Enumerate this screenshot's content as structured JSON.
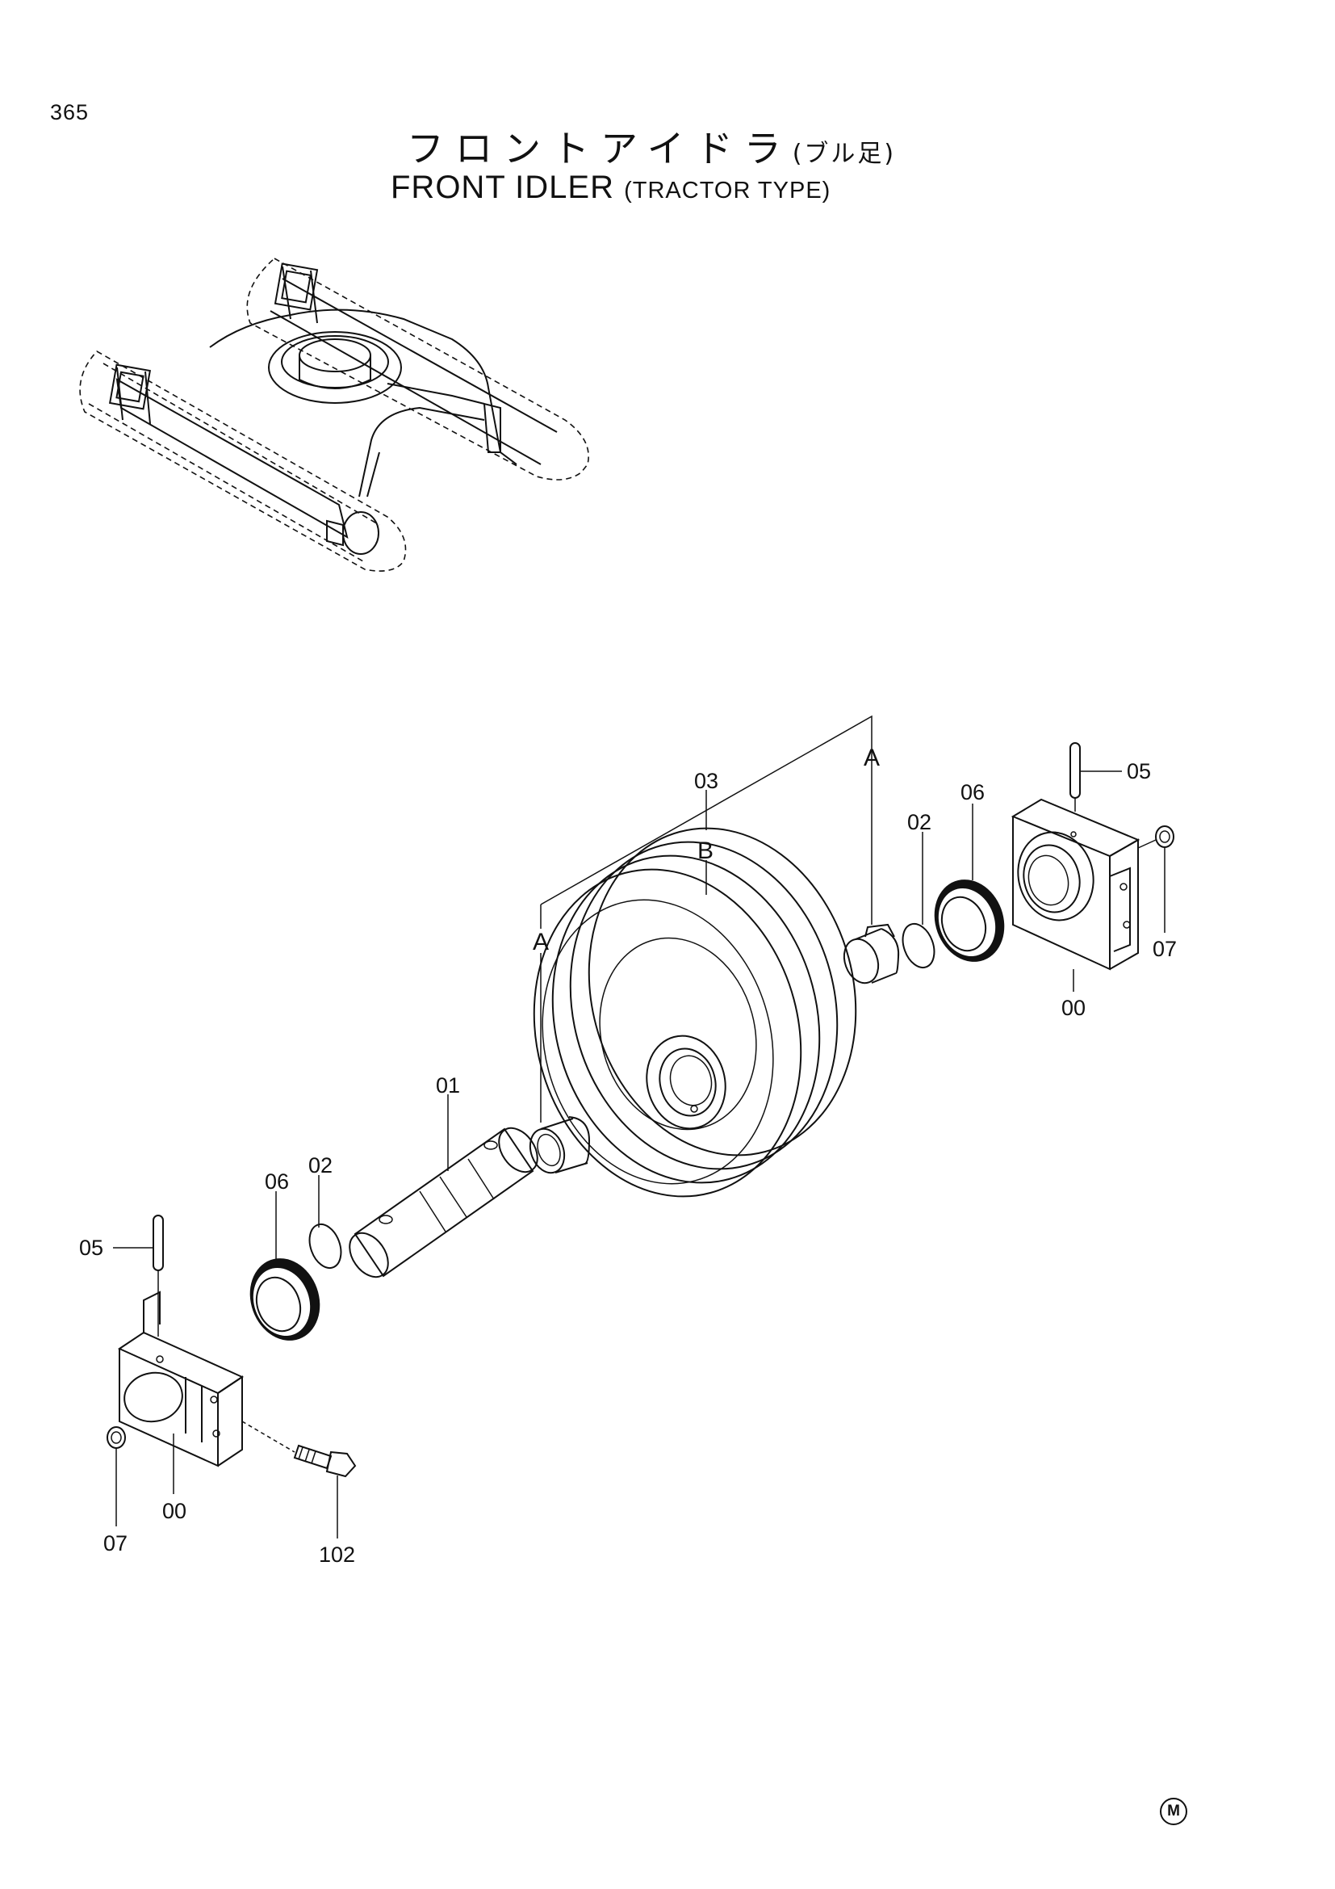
{
  "page_number": "365",
  "title_jp": "フロントアイドラ",
  "title_jp_sub": "(ブル足)",
  "title_en": "FRONT IDLER",
  "title_en_sub": "(TRACTOR TYPE)",
  "callouts": {
    "c03": "03",
    "cB": "B",
    "cA_top": "A",
    "cA_left": "A",
    "c02_right": "02",
    "c06_right": "06",
    "c05_right": "05",
    "c07_right": "07",
    "c00_right": "00",
    "c01": "01",
    "c06_left": "06",
    "c02_left": "02",
    "c05_left": "05",
    "c07_left": "07",
    "c00_left": "00",
    "c102": "102"
  },
  "footer_mark": "M"
}
